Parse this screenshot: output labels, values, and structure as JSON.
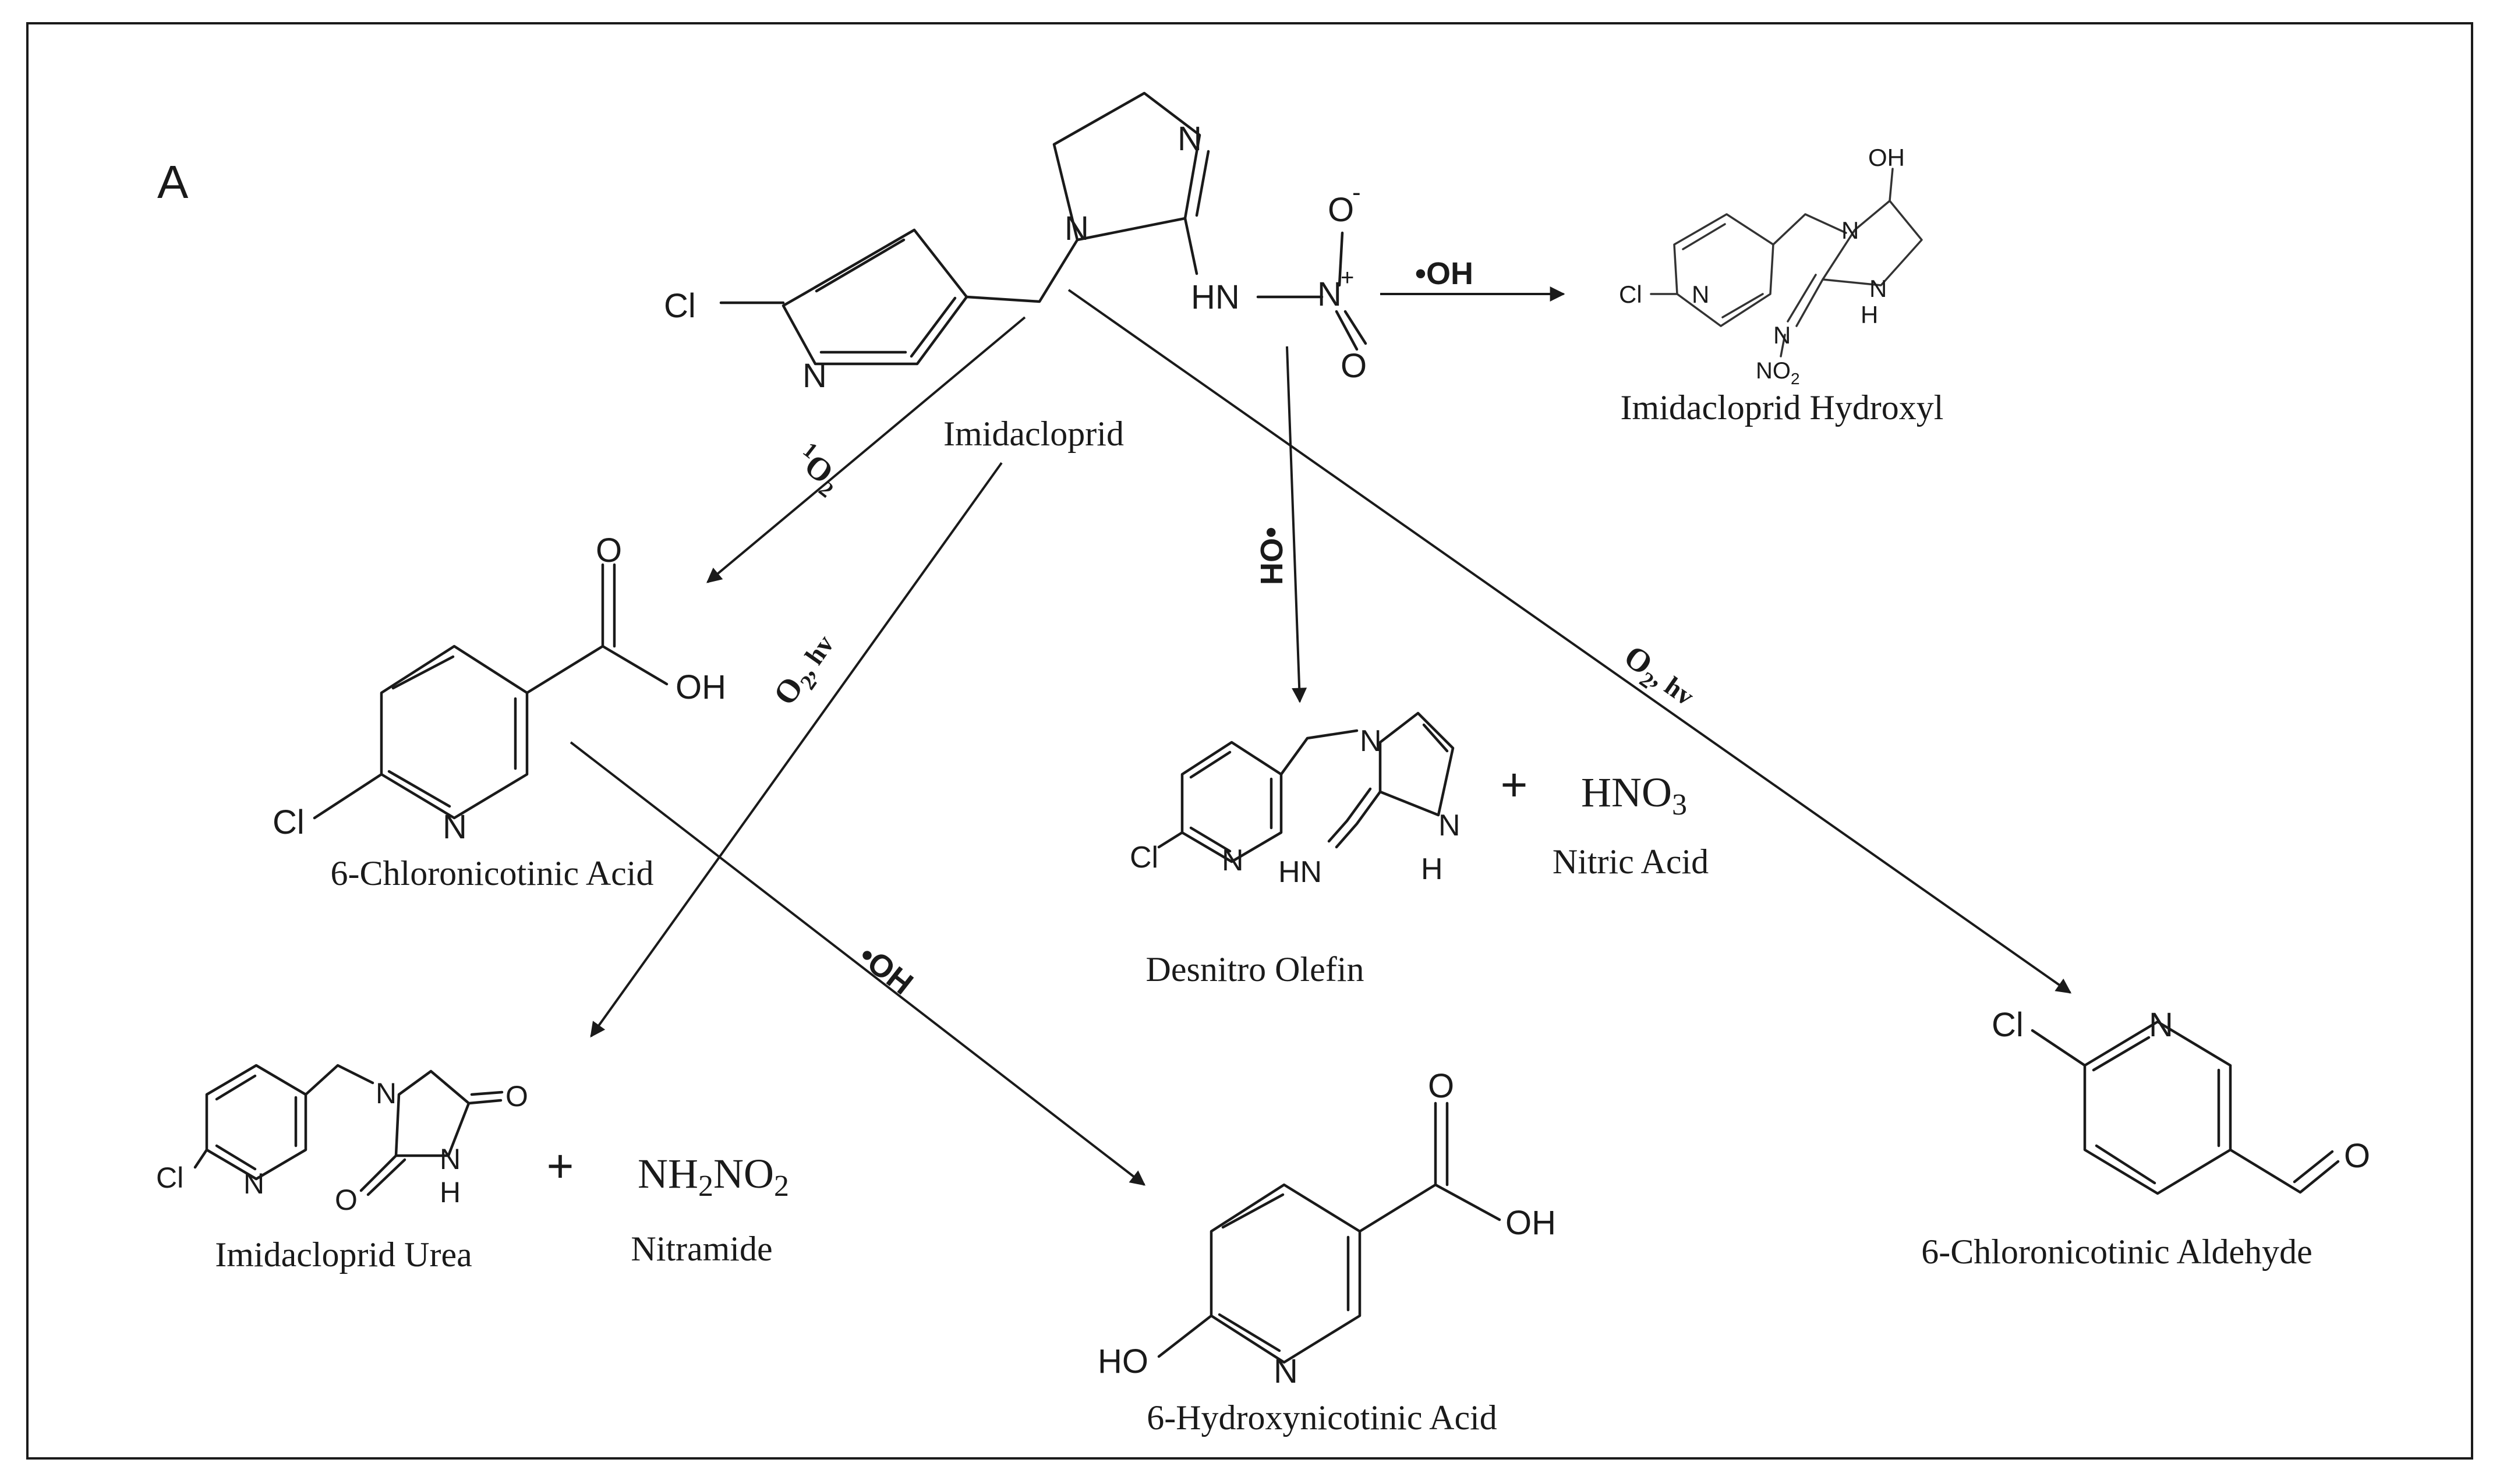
{
  "panel_label": "A",
  "compounds": {
    "imidacloprid": "Imidacloprid",
    "imidacloprid_hydroxyl": "Imidacloprid Hydroxyl",
    "chloronicotinic_acid": "6-Chloronicotinic Acid",
    "desnitro_olefin": "Desnitro Olefin",
    "nitric_acid": "Nitric Acid",
    "chloronicotinic_aldehyde": "6-Chloronicotinic Aldehyde",
    "imidacloprid_urea": "Imidacloprid Urea",
    "nitramide": "Nitramide",
    "hydroxynicotinic_acid": "6-Hydroxynicotinic Acid"
  },
  "formulas": {
    "hno3": {
      "base": "HNO",
      "sub": "3"
    },
    "nh2no2": {
      "p1": "NH",
      "s1": "2",
      "p2": "NO",
      "s2": "2"
    }
  },
  "reagents": {
    "hydroxyl_radical": "•OH",
    "singlet_oxygen": {
      "sup": "1",
      "base": "O",
      "sub": "2"
    },
    "oxygen_light": {
      "base": "O",
      "sub": "2",
      "suffix": ", hv"
    },
    "oh_rotated": "•OH",
    "oh_dot": "•OH"
  },
  "atoms": {
    "cl": "Cl",
    "n": "N",
    "h": "H",
    "o": "O",
    "oh": "OH",
    "ho": "HO",
    "hn": "HN",
    "hn_bond": "HN",
    "no2_sub": "2",
    "no2_base": "NO",
    "n_plus": "+",
    "o_minus": "-",
    "plus": "+"
  }
}
